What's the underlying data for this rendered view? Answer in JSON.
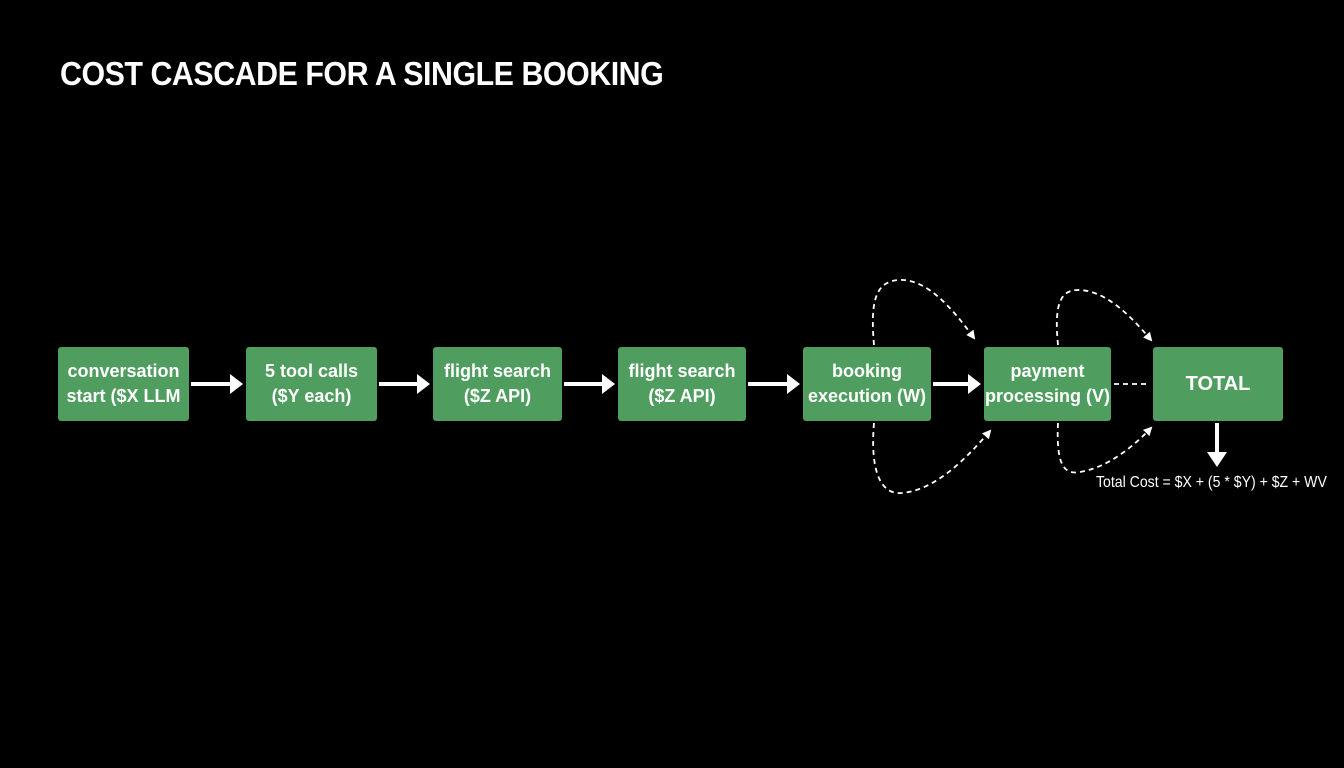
{
  "title": "COST CASCADE FOR A SINGLE BOOKING",
  "colors": {
    "background": "#000000",
    "node_fill": "#4f9e5f",
    "text": "#ffffff",
    "arrow": "#ffffff"
  },
  "nodes": [
    {
      "line1": "conversation",
      "line2": "start ($X LLM"
    },
    {
      "line1": "5 tool calls",
      "line2": "($Y each)"
    },
    {
      "line1": "flight search",
      "line2": "($Z API)"
    },
    {
      "line1": "flight search",
      "line2": "($Z API)"
    },
    {
      "line1": "booking",
      "line2": "execution (W)"
    },
    {
      "line1": "payment",
      "line2": "processing (V)"
    },
    {
      "line1": "TOTAL"
    }
  ],
  "formula": "Total Cost = $X + (5 * $Y) + $Z + WV"
}
